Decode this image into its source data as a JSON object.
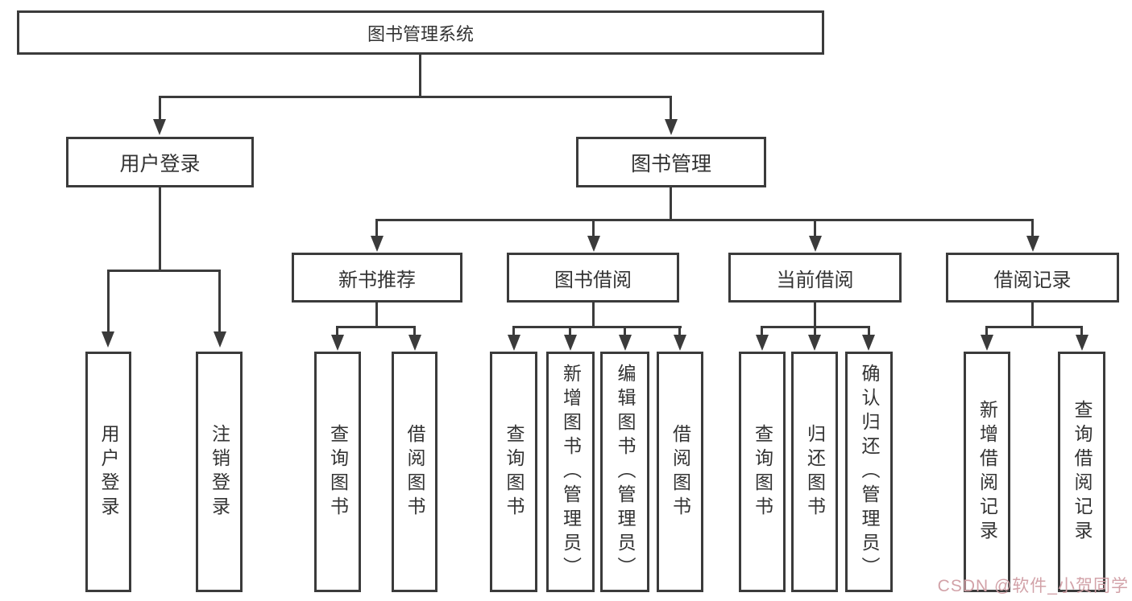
{
  "tree": {
    "root": {
      "label": "图书管理系统"
    },
    "branches": [
      {
        "label": "用户登录",
        "children": [
          {
            "label": "用户登录"
          },
          {
            "label": "注销登录"
          }
        ]
      },
      {
        "label": "图书管理",
        "children": [
          {
            "label": "新书推荐",
            "children": [
              {
                "label": "查询图书"
              },
              {
                "label": "借阅图书"
              }
            ]
          },
          {
            "label": "图书借阅",
            "children": [
              {
                "label": "查询图书"
              },
              {
                "label": "新增图书（管理员）"
              },
              {
                "label": "编辑图书（管理员）"
              },
              {
                "label": "借阅图书"
              }
            ]
          },
          {
            "label": "当前借阅",
            "children": [
              {
                "label": "查询图书"
              },
              {
                "label": "归还图书"
              },
              {
                "label": "确认归还（管理员）"
              }
            ]
          },
          {
            "label": "借阅记录",
            "children": [
              {
                "label": "新增借阅记录"
              },
              {
                "label": "查询借阅记录"
              }
            ]
          }
        ]
      }
    ]
  },
  "watermark": "CSDN @软件_小贺同学",
  "colors": {
    "line": "#3b3b3b",
    "text": "#333333",
    "watermark": "#d2a2a8",
    "background": "#ffffff"
  }
}
